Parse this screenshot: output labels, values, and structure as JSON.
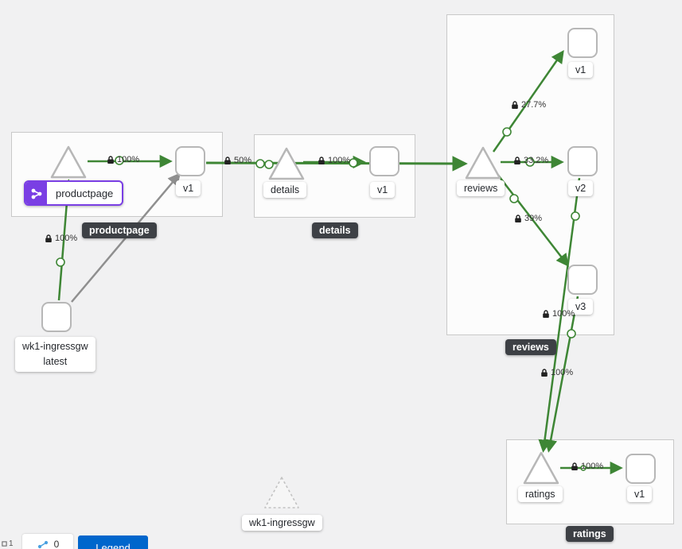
{
  "colors": {
    "background": "#f1f1f2",
    "edge_green": "#3e8635",
    "edge_gray": "#8f8f8f",
    "group_badge_bg": "#3d4045",
    "app_badge_purple": "#7a3fe4",
    "legend_blue": "#0066cc"
  },
  "groups": {
    "productpage": {
      "badge": "productpage"
    },
    "details": {
      "badge": "details"
    },
    "reviews": {
      "badge": "reviews"
    },
    "ratings": {
      "badge": "ratings"
    }
  },
  "nodes": {
    "productpage_app": {
      "label": "productpage"
    },
    "productpage_v1": {
      "label": "v1"
    },
    "details_svc": {
      "label": "details"
    },
    "details_v1": {
      "label": "v1"
    },
    "reviews_svc": {
      "label": "reviews"
    },
    "reviews_v1": {
      "label": "v1"
    },
    "reviews_v2": {
      "label": "v2"
    },
    "reviews_v3": {
      "label": "v3"
    },
    "ratings_svc": {
      "label": "ratings"
    },
    "ratings_v1": {
      "label": "v1"
    },
    "ingress": {
      "label_line1": "wk1-ingressgw",
      "label_line2": "latest"
    },
    "ingress_idle": {
      "label": "wk1-ingressgw"
    }
  },
  "edge_labels": {
    "ingress_to_productpage": "100%",
    "productpage_to_v1": "100%",
    "v1_to_details": "50%",
    "details_to_v1": "100%",
    "reviews_to_v1": "27.7%",
    "reviews_to_v2": "33.2%",
    "reviews_to_v3": "39%",
    "v2_to_ratings": "100%",
    "v3_to_ratings": "100%",
    "ratings_to_v1": "100%"
  },
  "toolbar": {
    "counter": "1",
    "chip_value": "0",
    "legend_label": "Legend"
  }
}
